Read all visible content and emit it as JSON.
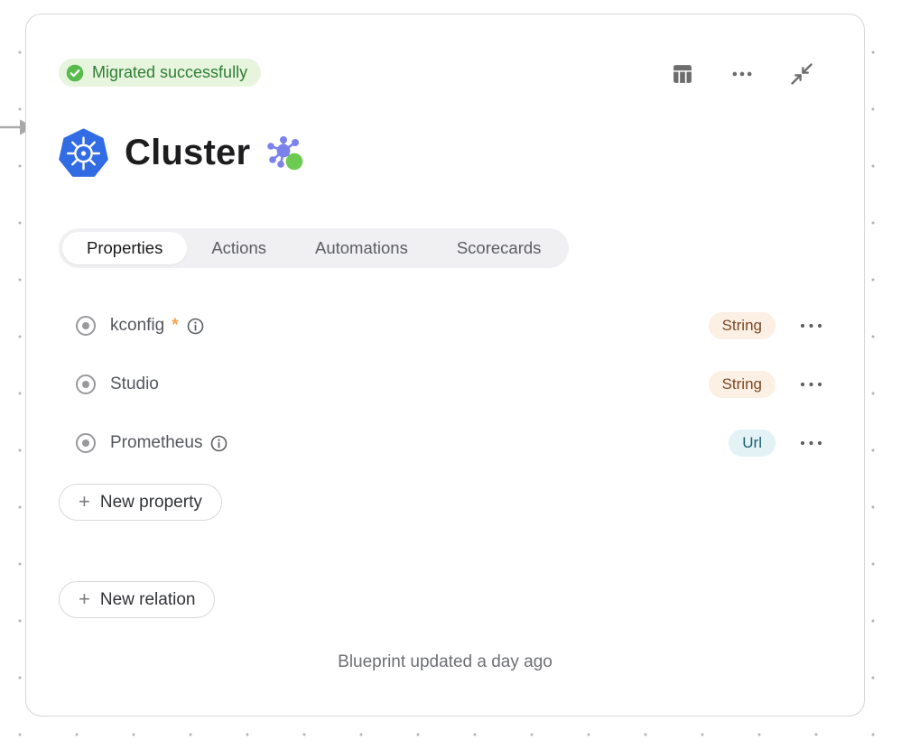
{
  "status": {
    "label": "Migrated successfully",
    "bg": "#e7f5df",
    "text_color": "#2f7d33",
    "check_color": "#57bb4d"
  },
  "toolbar": {
    "icon_color": "#6d6d6d",
    "icons": [
      "table-columns",
      "more-ellipsis",
      "collapse-arrows"
    ]
  },
  "header": {
    "title": "Cluster",
    "kubernetes_blue": "#326ce5",
    "graph_purple": "#7b82ec",
    "graph_green": "#6dcb53"
  },
  "tabs": [
    {
      "label": "Properties",
      "active": true
    },
    {
      "label": "Actions",
      "active": false
    },
    {
      "label": "Automations",
      "active": false
    },
    {
      "label": "Scorecards",
      "active": false
    }
  ],
  "properties": [
    {
      "name": "kconfig",
      "required": true,
      "info": true,
      "type": "String"
    },
    {
      "name": "Studio",
      "required": false,
      "info": false,
      "type": "String"
    },
    {
      "name": "Prometheus",
      "required": false,
      "info": true,
      "type": "Url"
    }
  ],
  "type_colors": {
    "String": {
      "bg": "#fcefe3",
      "text": "#7a4a27"
    },
    "Url": {
      "bg": "#e2f2f5",
      "text": "#1d5f6d"
    }
  },
  "required_marker": "*",
  "actions": {
    "plus": "+",
    "new_property": "New property",
    "new_relation": "New relation"
  },
  "footer": {
    "text": "Blueprint updated a day ago"
  }
}
